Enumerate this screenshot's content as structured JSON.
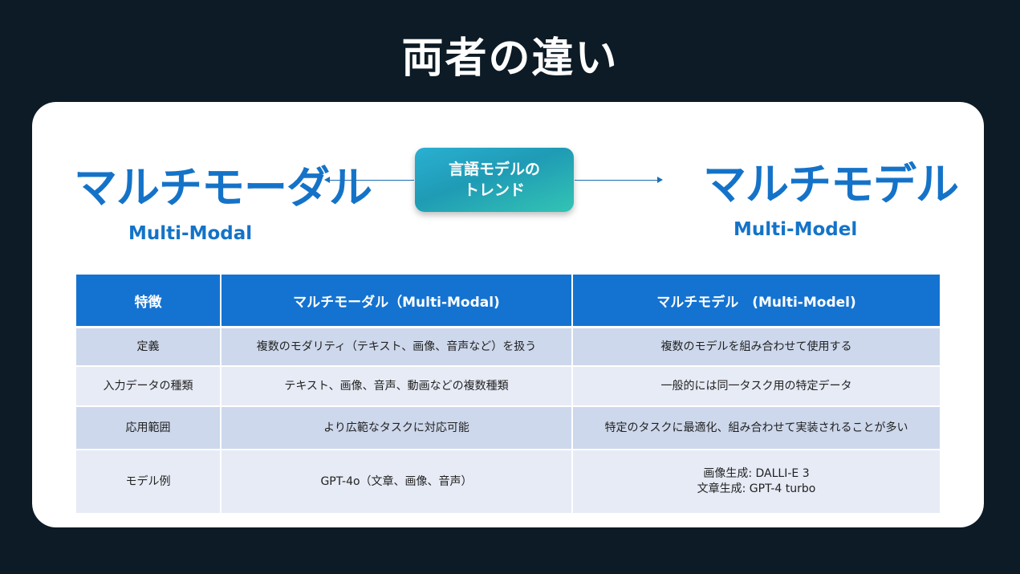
{
  "title": "両者の違い",
  "left_heading": "マルチモーダル",
  "left_subheading": "Multi-Modal",
  "right_heading": "マルチモデル",
  "right_subheading": "Multi-Model",
  "trend_label_line1": "言語モデルの",
  "trend_label_line2": "トレンド",
  "table": {
    "headers": [
      "特徴",
      "マルチモーダル（Multi-Modal)",
      "マルチモデル　(Multi-Model)"
    ],
    "rows": [
      [
        "定義",
        "複数のモダリティ（テキスト、画像、音声など）を扱う",
        "複数のモデルを組み合わせて使用する"
      ],
      [
        "入力データの種類",
        "テキスト、画像、音声、動画などの複数種類",
        "一般的には同一タスク用の特定データ"
      ],
      [
        "応用範囲",
        "より広範なタスクに対応可能",
        "特定のタスクに最適化、組み合わせて実装されることが多い"
      ],
      [
        "モデル例",
        "GPT-4o（文章、画像、音声）",
        [
          "画像生成: DALLI-E 3",
          "文章生成: GPT-4 turbo"
        ]
      ]
    ]
  },
  "colors": {
    "background": "#0c1b25",
    "accent_blue": "#1473c8",
    "header_blue": "#1473d1",
    "row_dark": "#cdd8ec",
    "row_light": "#e6ebf5"
  }
}
